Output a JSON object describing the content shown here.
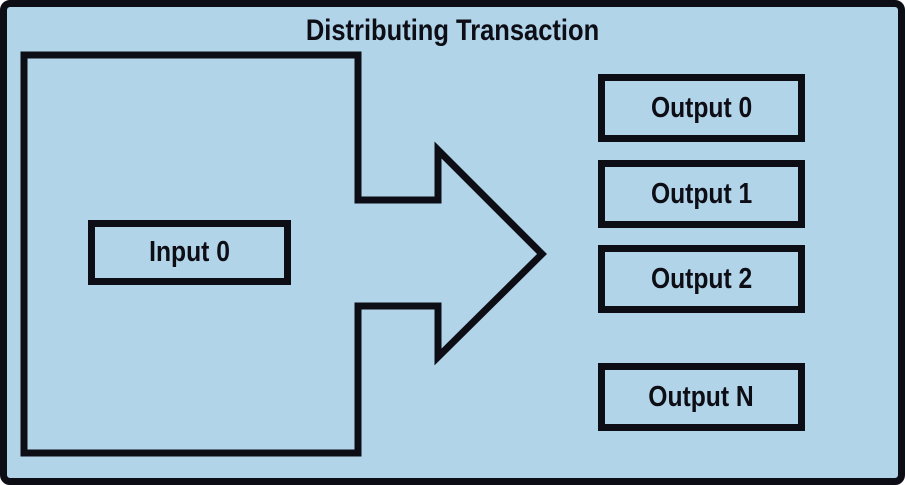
{
  "diagram": {
    "title": "Distributing Transaction",
    "input": {
      "label": "Input 0"
    },
    "outputs": [
      {
        "label": "Output 0"
      },
      {
        "label": "Output 1"
      },
      {
        "label": "Output 2"
      },
      {
        "label": "Output N"
      }
    ],
    "icons": {
      "arrow": "right-block-arrow"
    },
    "colors": {
      "background": "#b2d4e8",
      "stroke": "#0d0d16"
    }
  }
}
